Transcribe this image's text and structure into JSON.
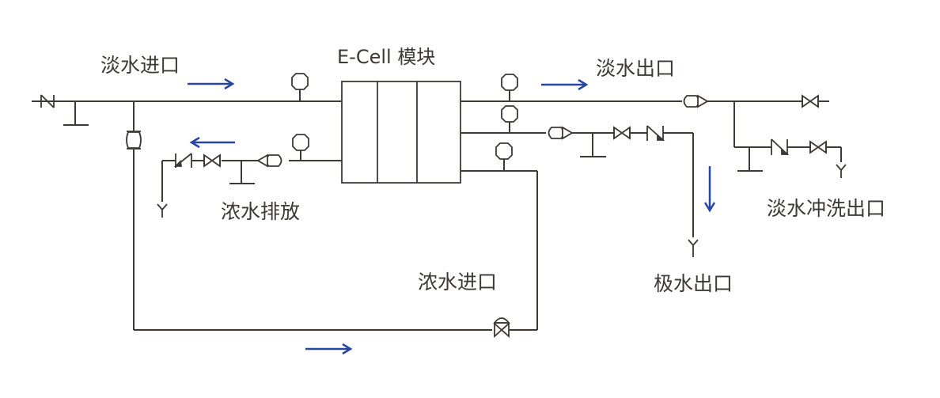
{
  "diagram": {
    "type": "process flow diagram (E-Cell EDI module piping)",
    "module": {
      "label": "E-Cell 模块",
      "compartments": 3
    },
    "labels": {
      "fresh_inlet": "淡水进口",
      "fresh_outlet": "淡水出口",
      "conc_discharge": "浓水排放",
      "conc_inlet": "浓水进口",
      "electrode_outlet": "极水出口",
      "fresh_flush_outlet": "淡水冲洗出口"
    },
    "colors": {
      "pipe": "#3d3935",
      "flow_arrow": "#2846a0",
      "background": "#ffffff"
    },
    "symbols": [
      "check-valve",
      "sample-point",
      "pressure-gauge",
      "flow-meter",
      "gate-valve",
      "drain",
      "control-valve"
    ],
    "flows": [
      {
        "name": "fresh-inlet",
        "direction": "right"
      },
      {
        "name": "conc-discharge",
        "direction": "left"
      },
      {
        "name": "fresh-outlet",
        "direction": "right"
      },
      {
        "name": "electrode-outlet",
        "direction": "down"
      },
      {
        "name": "conc-bypass",
        "direction": "right"
      }
    ]
  }
}
